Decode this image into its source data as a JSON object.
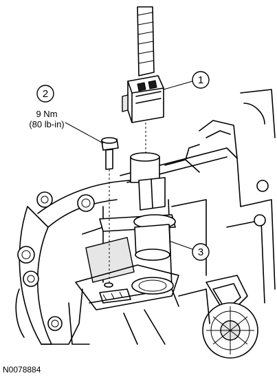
{
  "callouts": [
    {
      "label": "1"
    },
    {
      "label": "2"
    },
    {
      "label": "3"
    }
  ],
  "torque_spec": {
    "metric": "9 Nm",
    "imperial": "(80 lb-in)"
  },
  "figure_id": "N0078884",
  "colors": {
    "line": "#000000",
    "background": "#ffffff",
    "shade": "#e6e6e6"
  }
}
